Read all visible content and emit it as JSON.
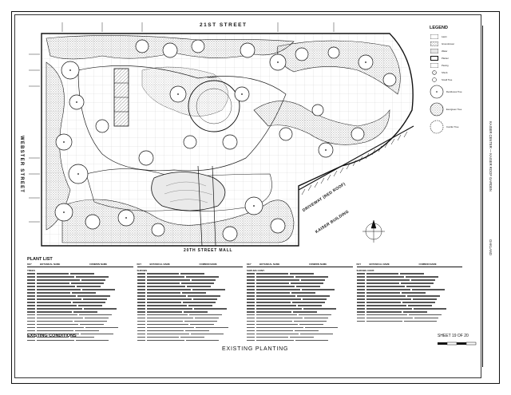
{
  "streets": {
    "top": "21ST STREET",
    "left": "WEBSTER STREET",
    "bottom": "20TH STREET MALL"
  },
  "building_labels": {
    "driveway": "DRIVEWAY (RED ROOF)",
    "kaiser": "KAISER BUILDING"
  },
  "plan_label": {
    "lawn": "LAWN"
  },
  "legend": {
    "title": "LEGEND",
    "items": [
      {
        "icon": "lawn-swatch-icon",
        "label": "Lawn"
      },
      {
        "icon": "groundcover-swatch-icon",
        "label": "Groundcover"
      },
      {
        "icon": "water-swatch-icon",
        "label": "Water"
      },
      {
        "icon": "planter-swatch-icon",
        "label": "Planter"
      },
      {
        "icon": "paving-swatch-icon",
        "label": "Paving"
      },
      {
        "icon": "shrub-symbol-icon",
        "label": "Shrub"
      },
      {
        "icon": "small-tree-symbol-icon",
        "label": "Small Tree"
      },
      {
        "icon": "deciduous-tree-symbol-icon",
        "label": "Deciduous Tree"
      },
      {
        "icon": "evergreen-tree-symbol-icon",
        "label": "Evergreen Tree"
      },
      {
        "icon": "conifer-tree-symbol-icon",
        "label": "Conifer Tree"
      }
    ]
  },
  "plant_list": {
    "title": "PLANT LIST",
    "column_headers": [
      "KEY",
      "BOTANICAL NAME",
      "COMMON NAME"
    ],
    "sections": [
      "TREES",
      "SHRUBS",
      "SHRUBS CONT.",
      "SHRUBS CONT."
    ]
  },
  "existing_conditions": "EXISTING CONDITIONS",
  "drawing_title": "EXISTING PLANTING",
  "sheet_number": "SHEET 19 OF 20",
  "title_block": {
    "project": "KAISER CENTER — KAISER ROOF GARDEN",
    "city": "OAKLAND"
  }
}
